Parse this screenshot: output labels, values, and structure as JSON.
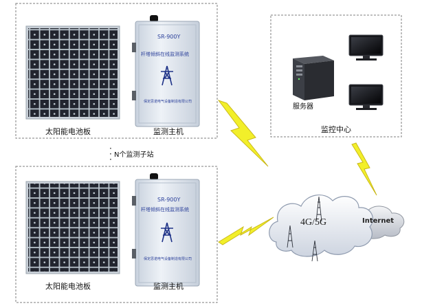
{
  "stations": [
    {
      "solar_label": "太阳能电池板",
      "host_label": "监测主机",
      "device": {
        "model": "SR-900Y",
        "title": "杆塔倾斜在线监测系统",
        "company": "保定思诺电气设备制造有限公司"
      }
    },
    {
      "solar_label": "太阳能电池板",
      "host_label": "监测主机",
      "device": {
        "model": "SR-900Y",
        "title": "杆塔倾斜在线监测系统",
        "company": "保定思诺电气设备制造有限公司"
      }
    }
  ],
  "substations_note": "N个监测子站",
  "monitoring_center": {
    "label": "监控中心",
    "server_label": "服务器"
  },
  "network": {
    "cloud_label": "4G/5G",
    "internet_label": "Internet"
  },
  "icons": [
    "solar-panel-icon",
    "monitor-host-icon",
    "server-icon",
    "monitor-icon",
    "lightning-icon",
    "cell-tower-icon",
    "cloud-icon"
  ],
  "colors": {
    "lightning": "#f2ef2a",
    "cloud": "#e8ecf3",
    "device": "#e6ecf4",
    "device_title": "#2a3f9a",
    "panel_cell": "#20232e"
  }
}
